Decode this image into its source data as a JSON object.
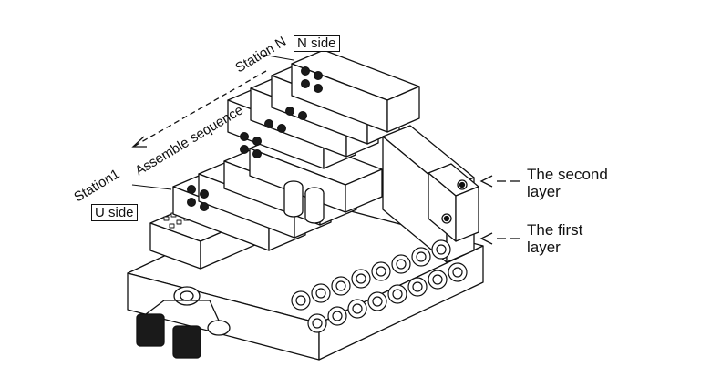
{
  "labels": {
    "n_side": "N side",
    "u_side": "U side",
    "station_n": "Station N",
    "station_1": "Station1",
    "assemble_sequence": "Assemble sequence",
    "second_layer": "The second\nlayer",
    "first_layer": "The first\nlayer"
  },
  "colors": {
    "line": "#111111",
    "fill": "#ffffff",
    "shade": "#d9d9d9",
    "dark": "#1a1a1a"
  },
  "icons": {
    "arrow_sequence": "dashed-arrow-icon",
    "pointer_second": "dashed-pointer-icon",
    "pointer_first": "dashed-pointer-icon"
  }
}
